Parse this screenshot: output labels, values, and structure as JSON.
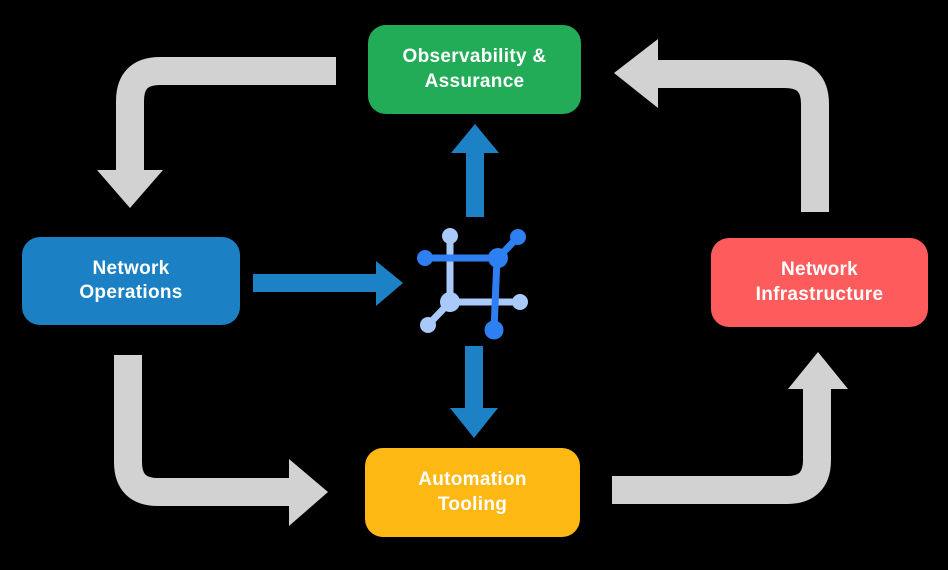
{
  "title": "Network automation lifecycle diagram",
  "colors": {
    "background": "#000000",
    "box_green": "#22ac57",
    "box_blue": "#1b80c4",
    "box_red": "#fe5c5c",
    "box_yellow": "#fdb814",
    "arrow_gray": "#d2d2d2",
    "arrow_blue": "#1d81c6",
    "icon_dark_blue": "#2e7ff2",
    "icon_light_blue": "#a9c9f8",
    "label_text": "#ffffff"
  },
  "nodes": {
    "observability": {
      "line1": "Observability &",
      "line2": "Assurance"
    },
    "operations": {
      "line1": "Network",
      "line2": "Operations"
    },
    "infrastructure": {
      "line1": "Network",
      "line2": "Infrastructure"
    },
    "automation": {
      "line1": "Automation",
      "line2": "Tooling"
    }
  },
  "icons": {
    "center": "network-automation-mesh-icon"
  },
  "edges": [
    {
      "from": "observability-assurance",
      "to": "network-operations",
      "style": "gray-bent-arrow"
    },
    {
      "from": "network-operations",
      "to": "automation-tooling",
      "style": "gray-bent-arrow"
    },
    {
      "from": "automation-tooling",
      "to": "network-infrastructure",
      "style": "gray-bent-arrow"
    },
    {
      "from": "network-infrastructure",
      "to": "observability-assurance",
      "style": "gray-bent-arrow"
    },
    {
      "from": "network-operations",
      "to": "center-icon",
      "style": "blue-straight-arrow"
    },
    {
      "from": "center-icon",
      "to": "observability-assurance",
      "style": "blue-straight-arrow"
    },
    {
      "from": "center-icon",
      "to": "automation-tooling",
      "style": "blue-straight-arrow"
    }
  ]
}
